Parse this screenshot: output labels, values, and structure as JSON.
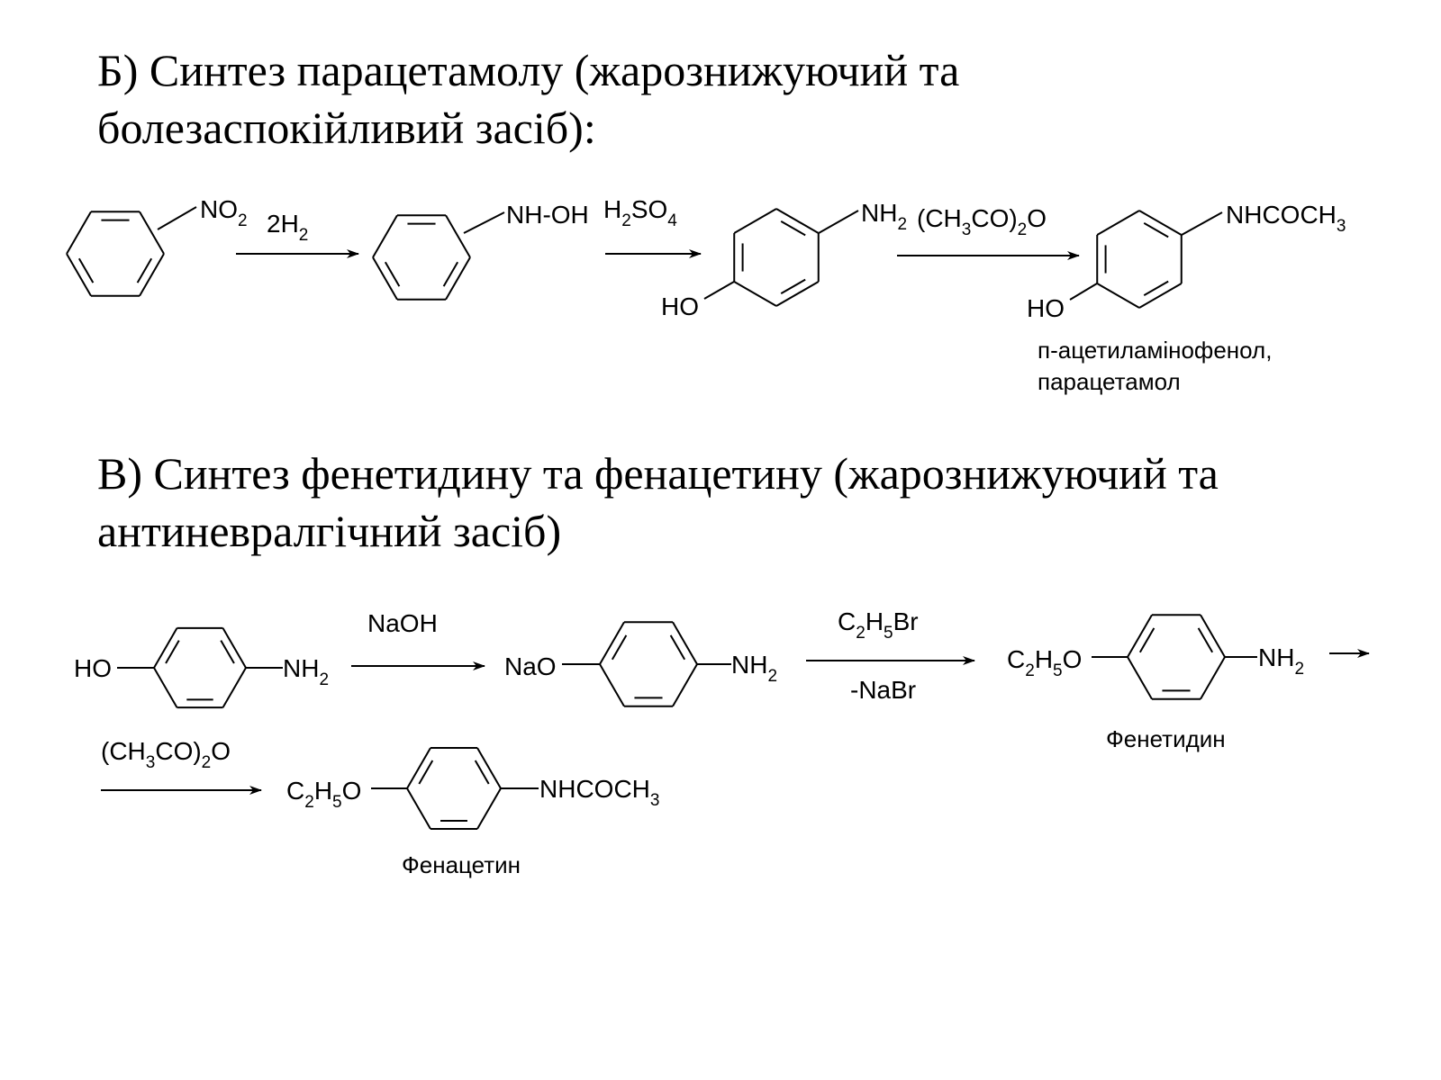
{
  "section_b": {
    "title_line1": "Б) Синтез парацетамолу (жарознижуючий та",
    "title_line2": "болезаспокійливий засіб):"
  },
  "section_c": {
    "title_line1": "В) Синтез фенетидину та фенацетину (жарознижуючий та",
    "title_line2": "антиневралгічний засіб)"
  },
  "scheme_b": {
    "nitro": {
      "main": "NO",
      "sub": "2"
    },
    "reagent_h2": {
      "main": "2H",
      "sub": "2"
    },
    "hydroxylamine": "NH-OH",
    "reagent_h2so4": {
      "p1": "H",
      "s1": "2",
      "p2": "SO",
      "s2": "4"
    },
    "amino": {
      "main": "NH",
      "sub": "2"
    },
    "reagent_ac2o": {
      "p1": "(CH",
      "s1": "3",
      "p2": "CO)",
      "s2": "2",
      "p3": "O"
    },
    "hydroxy_1": "HO",
    "acetamido": {
      "main": "NHCOCH",
      "sub": "3"
    },
    "hydroxy_2": "HO",
    "product_name_line1": "п-ацетиламінофенол,",
    "product_name_line2": "парацетамол"
  },
  "scheme_c": {
    "hydroxy": "HO",
    "amino_1": {
      "main": "NH",
      "sub": "2"
    },
    "reagent_naoh": "NaOH",
    "sodium_oxide": "NaO",
    "amino_2": {
      "main": "NH",
      "sub": "2"
    },
    "reagent_c2h5br": {
      "p1": "C",
      "s1": "2",
      "p2": "H",
      "s2": "5",
      "p3": "Br"
    },
    "reagent_nabr": "-NaBr",
    "ethoxy_1": {
      "p1": "C",
      "s1": "2",
      "p2": "H",
      "s2": "5",
      "p3": "O"
    },
    "amino_3": {
      "main": "NH",
      "sub": "2"
    },
    "phenetidine_name": "Фенетидин",
    "reagent_ac2o": {
      "p1": "(CH",
      "s1": "3",
      "p2": "CO)",
      "s2": "2",
      "p3": "O"
    },
    "ethoxy_2": {
      "p1": "C",
      "s1": "2",
      "p2": "H",
      "s2": "5",
      "p3": "O"
    },
    "acetamido": {
      "main": "NHCOCH",
      "sub": "3"
    },
    "phenacetin_name": "Фенацетин"
  }
}
